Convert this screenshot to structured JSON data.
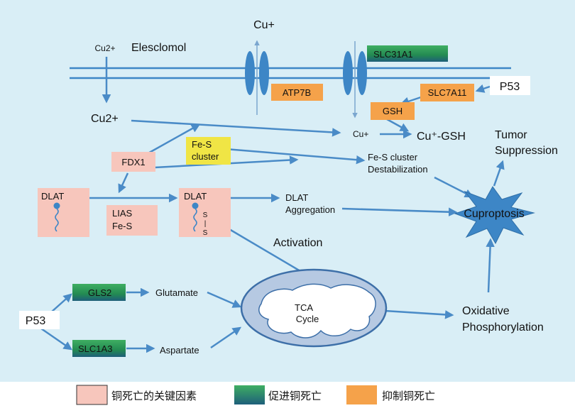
{
  "colors": {
    "background": "#d9eef6",
    "arrow": "#4a8bc7",
    "membrane": "#3d86c6",
    "key_factor": "#f7c6bc",
    "promote": "#2e8a4f",
    "inhibit": "#f5a24a",
    "cluster": "#f0e545"
  },
  "labels": {
    "cu_plus_top": "Cu+",
    "cu2_top": "Cu2+",
    "elesclomol": "Elesclomol",
    "slc31a1": "SLC31A1",
    "atp7b": "ATP7B",
    "p53_top": "P53",
    "slc7a11": "SLC7A11",
    "gsh": "GSH",
    "cu2_mid": "Cu2+",
    "cu_plus_mid": "Cu+",
    "cu_gsh": "Cu⁺-GSH",
    "tumor_line1": "Tumor",
    "tumor_line2": "Suppression",
    "fes_line1": "Fe-S",
    "fes_line2": "cluster",
    "fdx1": "FDX1",
    "destab_line1": "Fe-S cluster",
    "destab_line2": "Destabilization",
    "dlat_left": "DLAT",
    "dlat_right": "DLAT",
    "lias_line1": "LIAS",
    "lias_line2": "Fe-S",
    "s_top": "S",
    "s_bar": "|",
    "s_bottom": "S",
    "agg_line1": "DLAT",
    "agg_line2": "Aggregation",
    "cuproptosis": "Cuproptosis",
    "activation": "Activation",
    "gls2": "GLS2",
    "glutamate": "Glutamate",
    "p53_bottom": "P53",
    "slc1a3": "SLC1A3",
    "aspartate": "Aspartate",
    "tca_line1": "TCA",
    "tca_line2": "Cycle",
    "oxphos_line1": "Oxidative",
    "oxphos_line2": "Phosphorylation"
  },
  "legend": {
    "key_factor": "铜死亡的关键因素",
    "promote": "促进铜死亡",
    "inhibit": "抑制铜死亡"
  }
}
